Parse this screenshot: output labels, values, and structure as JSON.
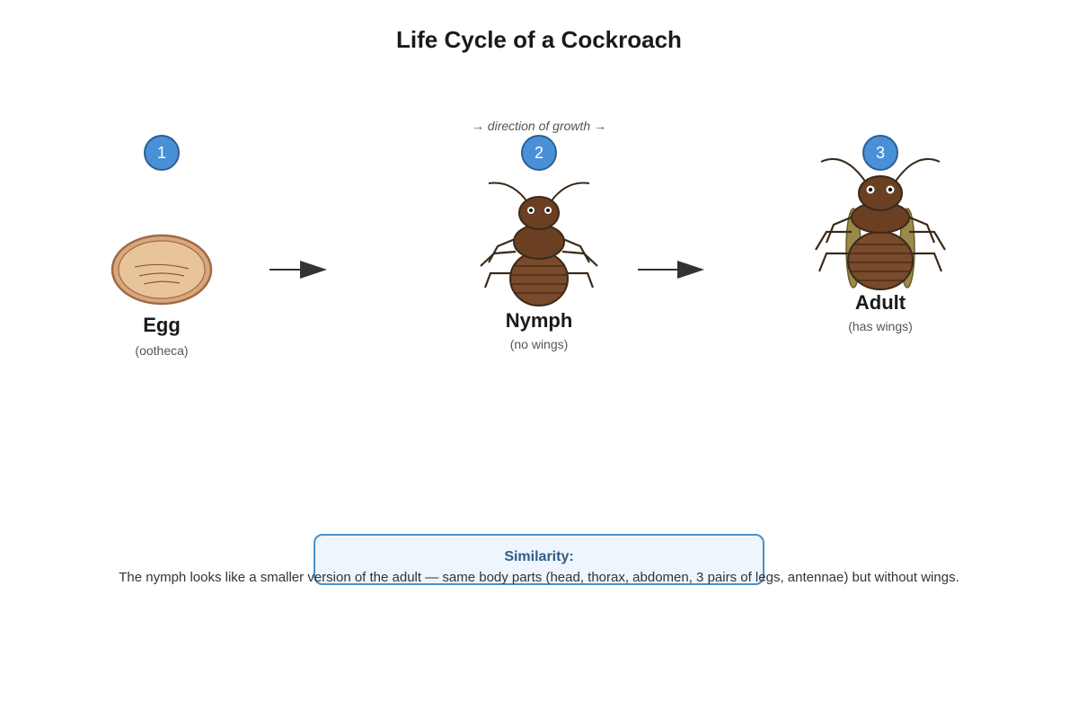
{
  "title": "Life Cycle of a Cockroach",
  "growth_note": "→ direction of growth →",
  "stages": [
    {
      "number": "1",
      "name": "Egg",
      "note": "(ootheca)",
      "icon": "ootheca-egg-icon"
    },
    {
      "number": "2",
      "name": "Nymph",
      "note": "(no wings)",
      "icon": "nymph-cockroach-icon"
    },
    {
      "number": "3",
      "name": "Adult",
      "note": "(has wings)",
      "icon": "adult-cockroach-icon"
    }
  ],
  "similarity": {
    "title": "Similarity:",
    "text": "The nymph looks like a smaller version of the adult — same body parts (head, thorax, abdomen, 3 pairs of legs, antennae) but without wings."
  },
  "colors": {
    "badge_fill": "#4a90d9",
    "egg_fill": "#e8c49a",
    "egg_outline": "#a0694a",
    "body_brown": "#7a4a2a",
    "wing_olive": "#9a8a4a",
    "box_border": "#4a90c9",
    "box_fill": "#eef5fc"
  }
}
